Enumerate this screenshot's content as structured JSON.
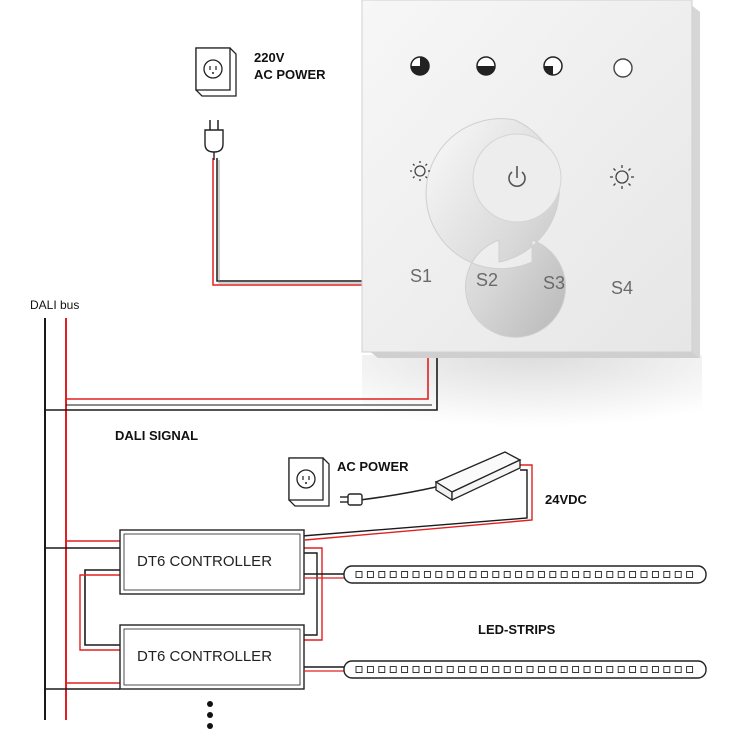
{
  "labels": {
    "power_top_line1": "220V",
    "power_top_line2": "AC POWER",
    "dali_bus": "DALI bus",
    "dali_signal": "DALI SIGNAL",
    "ac_power": "AC POWER",
    "vdc": "24VDC",
    "led_strips": "LED-STRIPS"
  },
  "panel": {
    "buttons": [
      "S1",
      "S2",
      "S3",
      "S4"
    ],
    "scene_icons": [
      "scene-75-icon",
      "scene-50-icon",
      "scene-25-icon",
      "scene-off-icon"
    ],
    "dim_icons": [
      "brightness-down-icon",
      "brightness-up-icon"
    ],
    "center_icon": "power-icon"
  },
  "controllers": [
    {
      "label": "DT6 CONTROLLER"
    },
    {
      "label": "DT6 CONTROLLER"
    }
  ],
  "colors": {
    "wire_red": "#e02020",
    "wire_black": "#1a1a1a",
    "panel": "#f2f2f2"
  }
}
